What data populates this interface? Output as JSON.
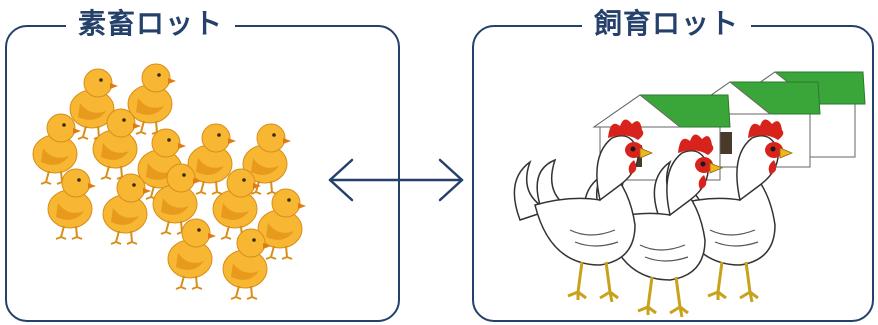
{
  "left_panel": {
    "title": "素畜ロット",
    "content": "chicks-illustration"
  },
  "right_panel": {
    "title": "飼育ロット",
    "content": "hens-and-poultry-houses-illustration"
  },
  "connector": "double-arrow-icon",
  "colors": {
    "border": "#24406b",
    "title": "#24406b",
    "chick": "#f7b733",
    "chick_shade": "#e89a1c",
    "roof": "#3aa63a",
    "comb": "#d8231d",
    "beak": "#f2b51c"
  }
}
